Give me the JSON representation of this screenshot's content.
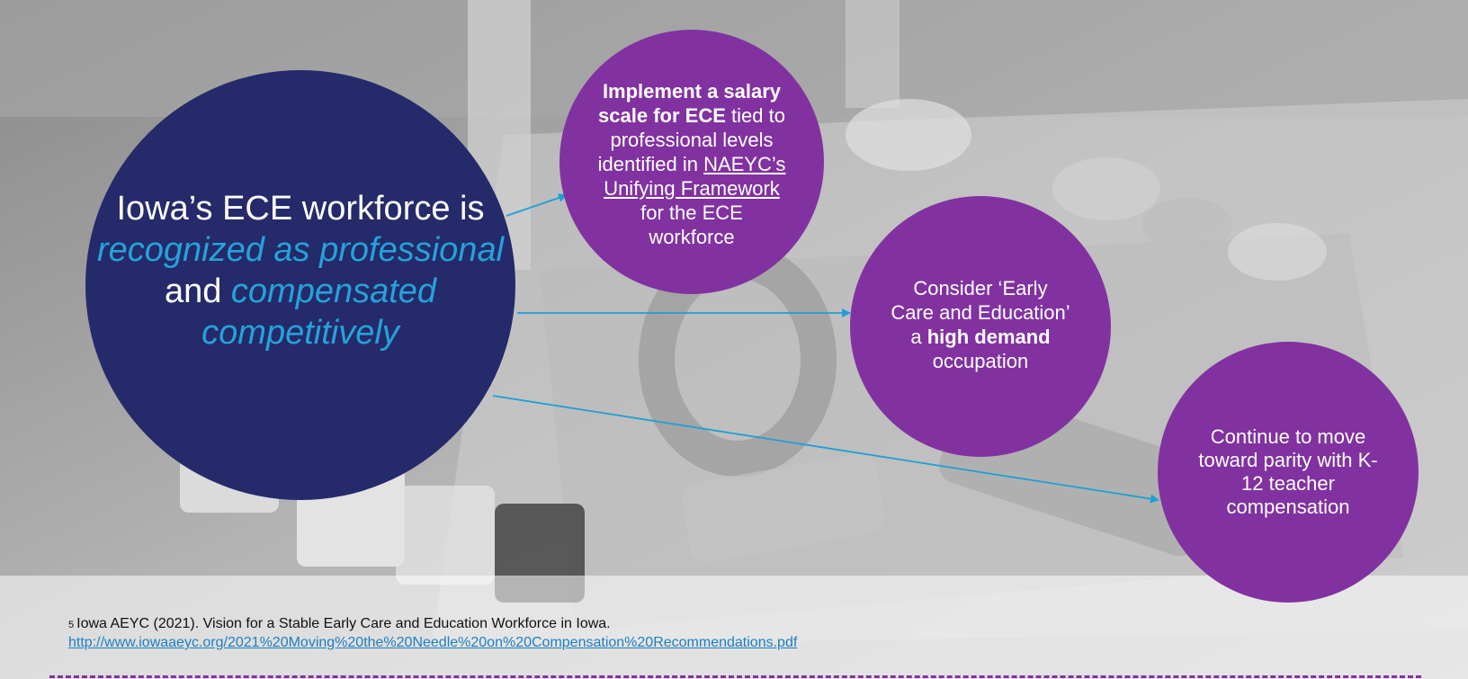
{
  "main": {
    "line1": "Iowa’s ECE workforce is",
    "highlight1": "recognized as professional",
    "connector": "and",
    "highlight2": "compensated",
    "highlight3": "competitively"
  },
  "bubble1": {
    "bold": "Implement a salary scale for ECE",
    "text1": " tied to professional levels identified in ",
    "link": "NAEYC’s Unifying Framework",
    "text2": " for the ECE workforce"
  },
  "bubble2": {
    "text1": "Consider ‘Early Care and Education’ a ",
    "bold": "high demand",
    "text2": " occupation"
  },
  "bubble3": {
    "text": "Continue to move toward parity with K-12 teacher compensation"
  },
  "footnote": {
    "number": "5",
    "citation": "Iowa AEYC (2021). Vision for a Stable Early Care and Education Workforce in Iowa.",
    "url": "http://www.iowaaeyc.org/2021%20Moving%20the%20Needle%20on%20Compensation%20Recommendations.pdf"
  },
  "colors": {
    "main_circle": "#252a6a",
    "bubble": "#8132a0",
    "highlight_text": "#24a3d9",
    "arrow": "#1e9fd6",
    "divider": "#8132a0"
  },
  "icons": {
    "background": "wooden-letters-photo"
  }
}
